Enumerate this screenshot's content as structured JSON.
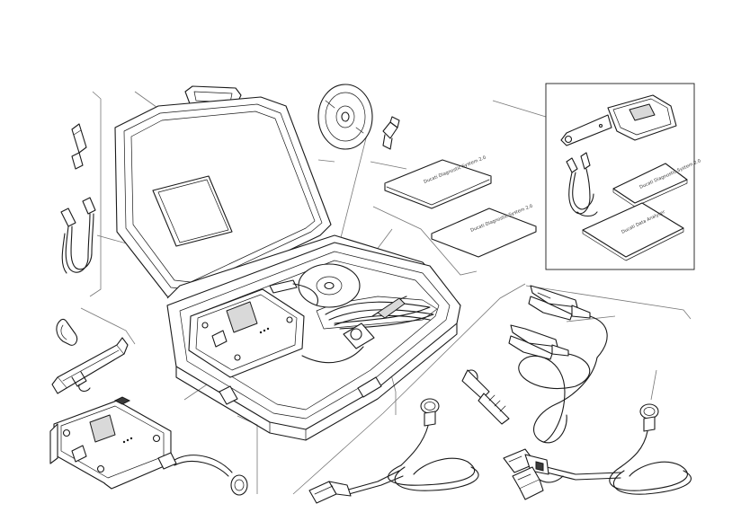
{
  "figure": {
    "manual_label_1": "Ducati Diagnostic System 2.0",
    "manual_label_2": "Ducati Diagnostic System 2.0",
    "manual_label_3": "Ducati Diagnostic System 2.0",
    "manual_label_4": "Ducati Data Analyser",
    "colors": {
      "line": "#1a1a1a",
      "leader": "#777777",
      "background": "#ffffff",
      "screen": "#d9d9d9"
    }
  }
}
